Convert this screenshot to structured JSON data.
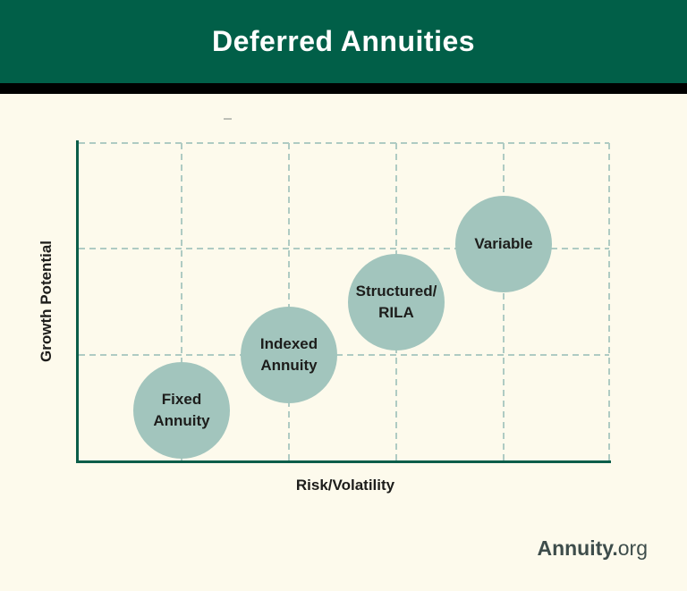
{
  "header": {
    "title": "Deferred Annuities"
  },
  "chart": {
    "x_axis_label": "Risk/Volatility",
    "y_axis_label": "Growth Potential",
    "bubbles": [
      {
        "lines": [
          "Fixed",
          "Annuity"
        ],
        "risk_level": 1,
        "growth_level": 1
      },
      {
        "lines": [
          "Indexed",
          "Annuity"
        ],
        "risk_level": 2,
        "growth_level": 2
      },
      {
        "lines": [
          "Structured/",
          "RILA"
        ],
        "risk_level": 3,
        "growth_level": 3
      },
      {
        "lines": [
          "Variable"
        ],
        "risk_level": 4,
        "growth_level": 4
      }
    ]
  },
  "brand": {
    "bold": "Annuity.",
    "light": "org"
  },
  "colors": {
    "header_green": "#015F48",
    "axis_green": "#0B5D49",
    "background_cream": "#FDFAEC",
    "bubble_fill": "#A2C5BD",
    "gridline": "#AFCBC3",
    "text_dark": "#1D1D1B",
    "brand_text": "#3E4D4B",
    "strip_black": "#000000"
  },
  "chart_data": {
    "type": "scatter",
    "title": "Deferred Annuities",
    "xlabel": "Risk/Volatility",
    "ylabel": "Growth Potential",
    "axis_scale": "qualitative, no numeric ticks; levels 1-4 estimated from dashed grid positions",
    "grid": "dashed, on",
    "legend": "none",
    "marker": "large filled circles with category label inside",
    "points": [
      {
        "label": "Fixed Annuity",
        "x": 1,
        "y": 1
      },
      {
        "label": "Indexed Annuity",
        "x": 2,
        "y": 2
      },
      {
        "label": "Structured/RILA",
        "x": 3,
        "y": 3
      },
      {
        "label": "Variable",
        "x": 4,
        "y": 4
      }
    ]
  }
}
